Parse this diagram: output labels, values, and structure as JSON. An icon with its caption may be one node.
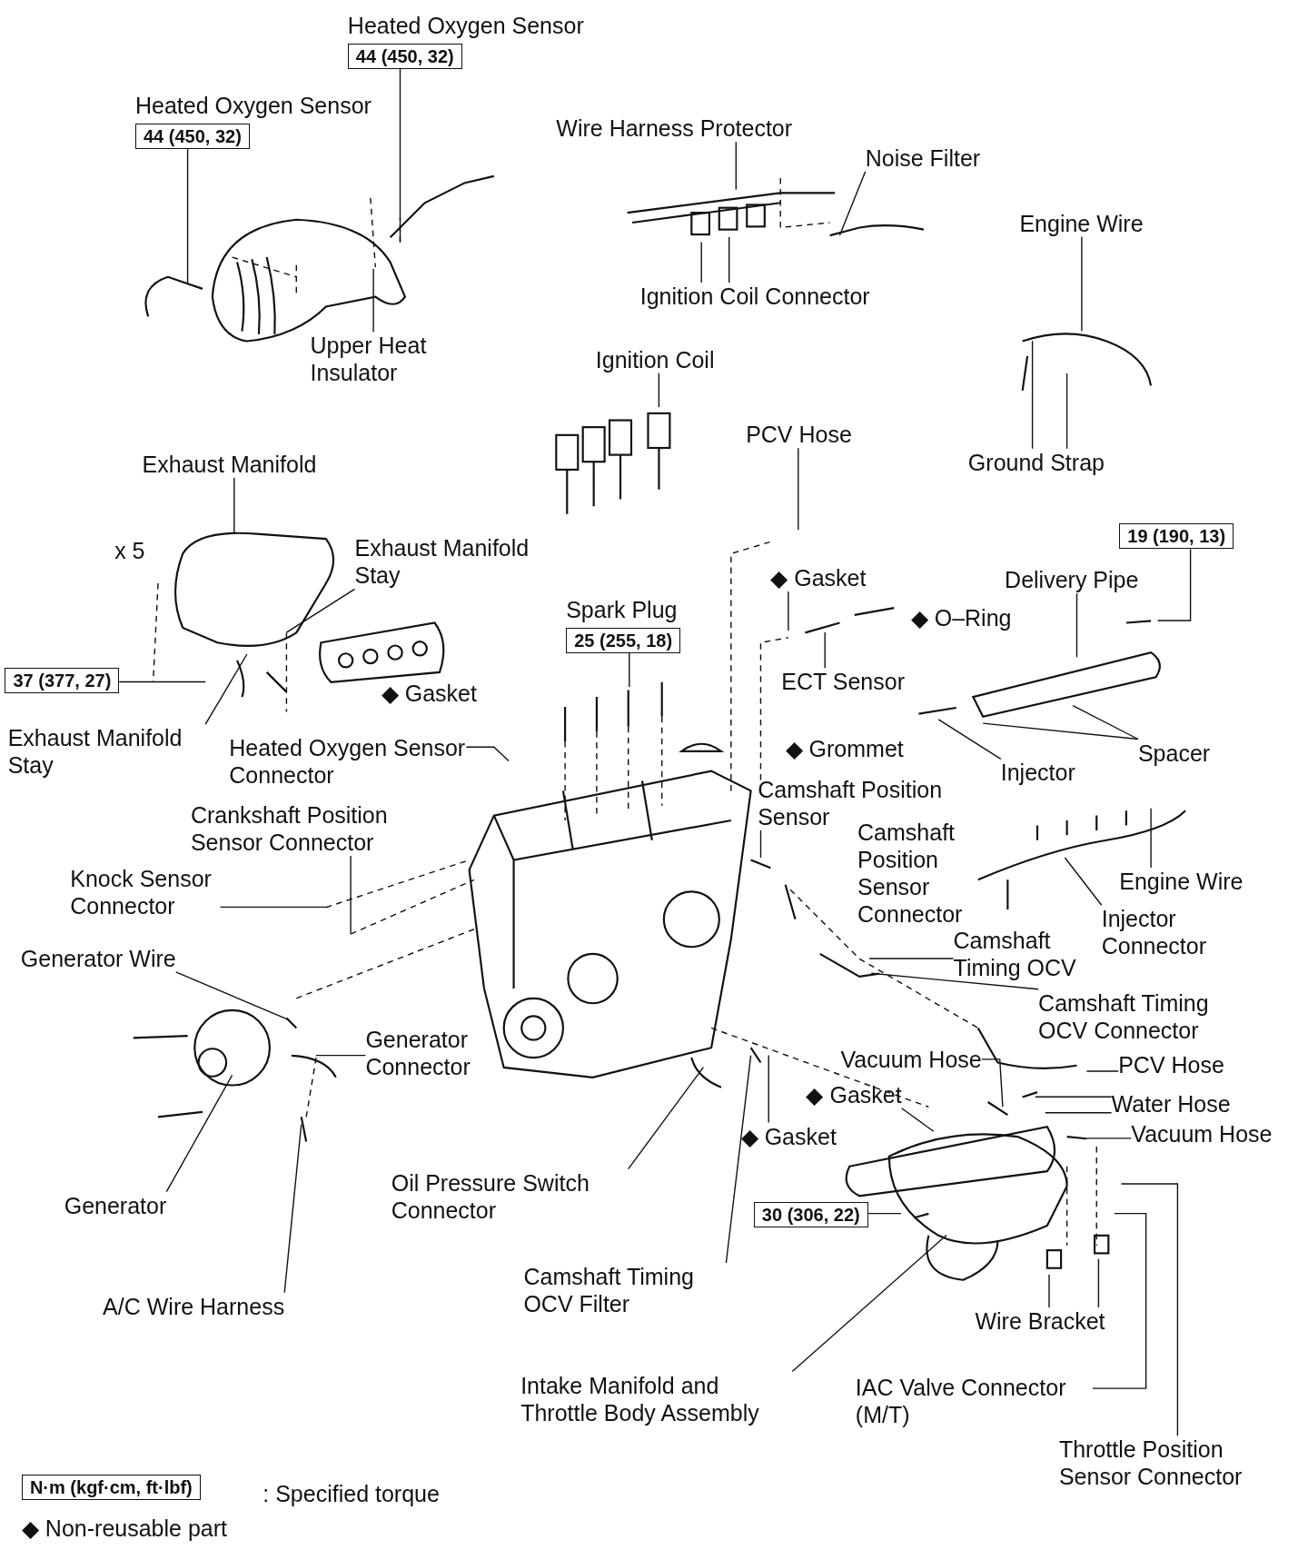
{
  "diagram": {
    "nodes": [
      {
        "text": [
          "Heated Oxygen Sensor",
          "44 (450, 32)"
        ]
      },
      {
        "text": [
          "Heated Oxygen Sensor",
          "44 (450, 32)"
        ]
      },
      {
        "text": [
          "Wire Harness Protector"
        ]
      },
      {
        "text": [
          "Noise Filter"
        ]
      },
      {
        "text": [
          "Engine Wire"
        ]
      },
      {
        "text": [
          "Ignition Coil Connector"
        ]
      },
      {
        "text": [
          "Upper Heat Insulator"
        ]
      },
      {
        "text": [
          "Ignition Coil"
        ]
      },
      {
        "text": [
          "PCV Hose"
        ]
      },
      {
        "text": [
          "Ground Strap"
        ]
      },
      {
        "text": [
          "Exhaust Manifold"
        ]
      },
      {
        "text": [
          "19 (190, 13)"
        ]
      },
      {
        "text": [
          "Exhaust Manifold Stay"
        ]
      },
      {
        "text": [
          "◆ Gasket"
        ]
      },
      {
        "text": [
          "Delivery Pipe"
        ]
      },
      {
        "text": [
          "Spark Plug",
          "25 (255, 18)"
        ]
      },
      {
        "text": [
          "37 (377, 27)"
        ]
      },
      {
        "text": [
          "ECT Sensor"
        ]
      },
      {
        "text": [
          "Exhaust Manifold Stay"
        ]
      },
      {
        "text": [
          "Heated Oxygen Sensor Connector"
        ]
      },
      {
        "text": [
          "Injector"
        ]
      },
      {
        "text": [
          "Spacer"
        ]
      },
      {
        "text": [
          "Camshaft Position Sensor"
        ]
      },
      {
        "text": [
          "Crankshaft Position Sensor Connector"
        ]
      },
      {
        "text": [
          "Knock Sensor Connector"
        ]
      },
      {
        "text": [
          "Engine Wire"
        ]
      },
      {
        "text": [
          "Injector Connector"
        ]
      },
      {
        "text": [
          "Camshaft Timing OCV"
        ]
      },
      {
        "text": [
          "Generator Wire"
        ]
      },
      {
        "text": [
          "Camshaft Timing OCV Connector"
        ]
      },
      {
        "text": [
          "Generator Connector"
        ]
      },
      {
        "text": [
          "Vacuum Hose"
        ]
      },
      {
        "text": [
          "PCV Hose"
        ]
      },
      {
        "text": [
          "◆ Gasket"
        ]
      },
      {
        "text": [
          "Water Hose"
        ]
      },
      {
        "text": [
          "◆ Gasket"
        ]
      },
      {
        "text": [
          "Vacuum Hose"
        ]
      },
      {
        "text": [
          "Generator"
        ]
      },
      {
        "text": [
          "Oil Pressure Switch Connector"
        ]
      },
      {
        "text": [
          "30 (306, 22)"
        ]
      },
      {
        "text": [
          "Camshaft Timing OCV Filter"
        ]
      },
      {
        "text": [
          "A/C Wire Harness"
        ]
      },
      {
        "text": [
          "Wire Bracket"
        ]
      },
      {
        "text": [
          "Intake Manifold and Throttle Body Assembly"
        ]
      },
      {
        "text": [
          "IAC Valve Connector (M/T)"
        ]
      },
      {
        "text": [
          "Throttle Position Sensor Connector"
        ]
      }
    ],
    "edges": [
      {
        "from": 0,
        "to": null,
        "arrow": "none"
      },
      {
        "from": 1,
        "to": null,
        "arrow": "none"
      },
      {
        "from": 2,
        "to": null,
        "arrow": "none"
      },
      {
        "from": 3,
        "to": null,
        "arrow": "none"
      },
      {
        "from": 4,
        "to": null,
        "arrow": "none"
      },
      {
        "from": 5,
        "to": null,
        "arrow": "none"
      },
      {
        "from": 5,
        "to": null,
        "arrow": "none"
      },
      {
        "from": 6,
        "to": null,
        "arrow": "none"
      },
      {
        "from": 7,
        "to": null,
        "arrow": "none"
      },
      {
        "from": 8,
        "to": null,
        "arrow": "none"
      },
      {
        "from": 9,
        "to": null,
        "arrow": "none"
      },
      {
        "from": 9,
        "to": null,
        "arrow": "none"
      },
      {
        "from": 10,
        "to": null,
        "arrow": "none"
      },
      {
        "from": 11,
        "to": null,
        "arrow": "none"
      },
      {
        "from": 12,
        "to": null,
        "arrow": "none"
      },
      {
        "from": 13,
        "to": null,
        "arrow": "none"
      },
      {
        "from": 14,
        "to": null,
        "arrow": "none"
      },
      {
        "from": 15,
        "to": null,
        "arrow": "none"
      },
      {
        "from": 16,
        "to": null,
        "arrow": "none"
      },
      {
        "from": 17,
        "to": null,
        "arrow": "none"
      },
      {
        "from": 18,
        "to": null,
        "arrow": "none"
      },
      {
        "from": 19,
        "to": null,
        "arrow": "none"
      },
      {
        "from": 20,
        "to": null,
        "arrow": "none"
      },
      {
        "from": 21,
        "to": null,
        "arrow": "none"
      },
      {
        "from": 21,
        "to": null,
        "arrow": "none"
      },
      {
        "from": 22,
        "to": null,
        "arrow": "none"
      },
      {
        "from": 23,
        "to": null,
        "arrow": "none"
      },
      {
        "from": 24,
        "to": null,
        "arrow": "none"
      },
      {
        "from": 25,
        "to": null,
        "arrow": "none"
      },
      {
        "from": 26,
        "to": null,
        "arrow": "none"
      },
      {
        "from": 27,
        "to": null,
        "arrow": "none"
      },
      {
        "from": 28,
        "to": null,
        "arrow": "none"
      },
      {
        "from": 29,
        "to": null,
        "arrow": "none"
      },
      {
        "from": 30,
        "to": null,
        "arrow": "none"
      },
      {
        "from": 31,
        "to": null,
        "arrow": "none"
      },
      {
        "from": 32,
        "to": null,
        "arrow": "none"
      },
      {
        "from": 33,
        "to": null,
        "arrow": "none"
      },
      {
        "from": 34,
        "to": null,
        "arrow": "none"
      },
      {
        "from": 34,
        "to": null,
        "arrow": "none"
      },
      {
        "from": 35,
        "to": null,
        "arrow": "none"
      },
      {
        "from": 36,
        "to": null,
        "arrow": "none"
      },
      {
        "from": 37,
        "to": null,
        "arrow": "none"
      },
      {
        "from": 38,
        "to": null,
        "arrow": "none"
      },
      {
        "from": 39,
        "to": null,
        "arrow": "none"
      },
      {
        "from": 40,
        "to": null,
        "arrow": "none"
      },
      {
        "from": 41,
        "to": null,
        "arrow": "none"
      },
      {
        "from": 42,
        "to": null,
        "arrow": "none"
      },
      {
        "from": 42,
        "to": null,
        "arrow": "none"
      },
      {
        "from": 43,
        "to": null,
        "arrow": "none"
      },
      {
        "from": 44,
        "to": null,
        "arrow": "none"
      },
      {
        "from": 45,
        "to": null,
        "arrow": "none"
      }
    ],
    "labels": [
      "x 5",
      "◆ O–Ring",
      "◆ Gasket",
      "◆ Grommet",
      "Camshaft Position Sensor Connector",
      "N·m (kgf·cm, ft·lbf)",
      ": Specified torque",
      "◆ Non-reusable part"
    ]
  }
}
